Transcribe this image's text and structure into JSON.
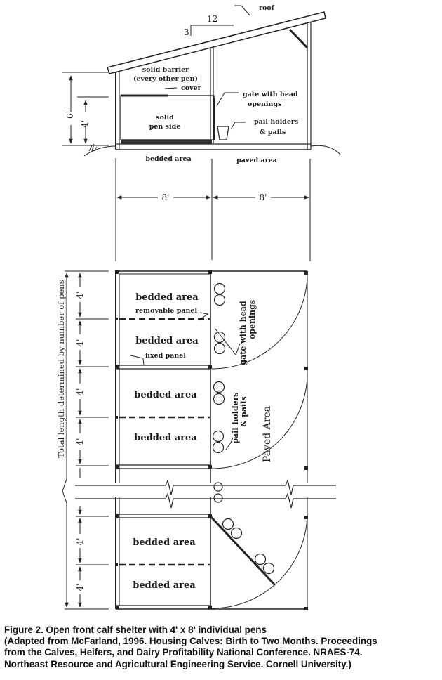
{
  "elevation": {
    "roof_label": "roof",
    "slope_rise": "3",
    "slope_run": "12",
    "solid_barrier_line1": "solid barrier",
    "solid_barrier_line2": "(every other pen)",
    "cover_label": "cover",
    "gate_line1": "gate with head",
    "gate_line2": "openings",
    "solid_pen_line1": "solid",
    "solid_pen_line2": "pen side",
    "pail_line1": "pail holders",
    "pail_line2": "& pails",
    "dim_height_total": "6'",
    "dim_height_pen": "4'",
    "bedded_area": "bedded area",
    "paved_area": "paved area",
    "width_left": "8'",
    "width_right": "8'"
  },
  "plan": {
    "total_length_label": "Total length determined by number of pens",
    "pen_dims": [
      "4'",
      "4'",
      "4'",
      "4'",
      "4'",
      "4'"
    ],
    "pens": [
      {
        "label": "bedded area"
      },
      {
        "label": "bedded area"
      },
      {
        "label": "bedded area"
      },
      {
        "label": "bedded area"
      },
      {
        "label": "bedded area"
      },
      {
        "label": "bedded area"
      }
    ],
    "removable_panel": "removable panel",
    "fixed_panel": "fixed panel",
    "gate_line1": "gate with head",
    "gate_line2": "openings",
    "pail_line1": "pail holders",
    "pail_line2": "& pails",
    "paved_area": "Paved Area"
  },
  "caption": {
    "line1": "Figure 2. Open front calf shelter with 4' x 8' individual pens",
    "line2": "(Adapted from McFarland, 1996. Housing Calves: Birth to Two Months. Proceedings",
    "line3": "from the Calves, Heifers, and Dairy Profitability National Conference. NRAES-74.",
    "line4": "Northeast Resource and Agricultural Engineering Service. Cornell University.)"
  }
}
